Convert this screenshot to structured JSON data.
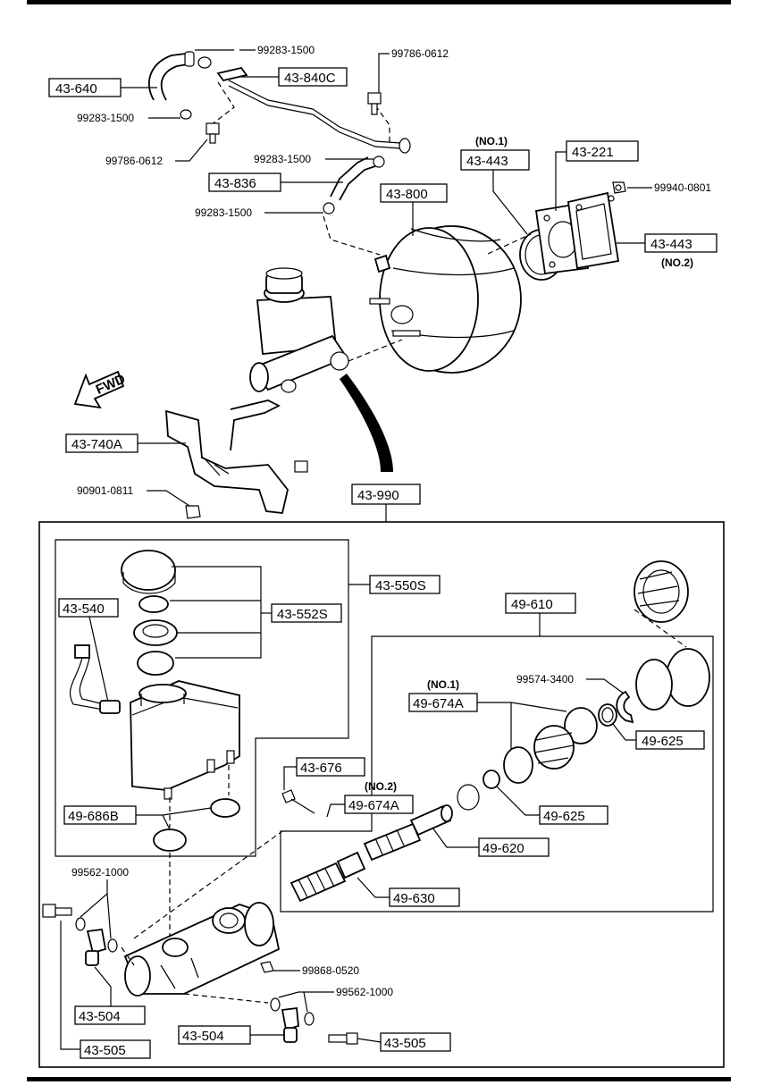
{
  "callouts": {
    "c43_640": "43-640",
    "c43_840C": "43-840C",
    "c43_836": "43-836",
    "c43_800": "43-800",
    "c43_443_no1": "43-443",
    "c43_443_no1_note": "(NO.1)",
    "c43_221": "43-221",
    "c43_443_no2": "43-443",
    "c43_443_no2_note": "(NO.2)",
    "c43_740A": "43-740A",
    "c43_990": "43-990",
    "c43_550S": "43-550S",
    "c43_552S": "43-552S",
    "c43_540": "43-540",
    "c49_686B": "49-686B",
    "c49_610": "49-610",
    "c49_674A_no1_note": "(NO.1)",
    "c49_674A_no1": "49-674A",
    "c49_625_a": "49-625",
    "c43_676": "43-676",
    "c49_674A_no2_note": "(NO.2)",
    "c49_674A_no2": "49-674A",
    "c49_625_b": "49-625",
    "c49_620": "49-620",
    "c49_630": "49-630",
    "c43_504_a": "43-504",
    "c43_505_a": "43-505",
    "c43_504_b": "43-504",
    "c43_505_b": "43-505"
  },
  "part_numbers": {
    "p99283_1500_a": "99283-1500",
    "p99786_0612_a": "99786-0612",
    "p99283_1500_b": "99283-1500",
    "p99786_0612_b": "99786-0612",
    "p99283_1500_c": "99283-1500",
    "p99283_1500_d": "99283-1500",
    "p99940_0801": "99940-0801",
    "p90901_0811": "90901-0811",
    "p99574_3400": "99574-3400",
    "p99562_1000_a": "99562-1000",
    "p99868_0520": "99868-0520",
    "p99562_1000_b": "99562-1000"
  },
  "direction_marker": {
    "text": "FWD"
  }
}
